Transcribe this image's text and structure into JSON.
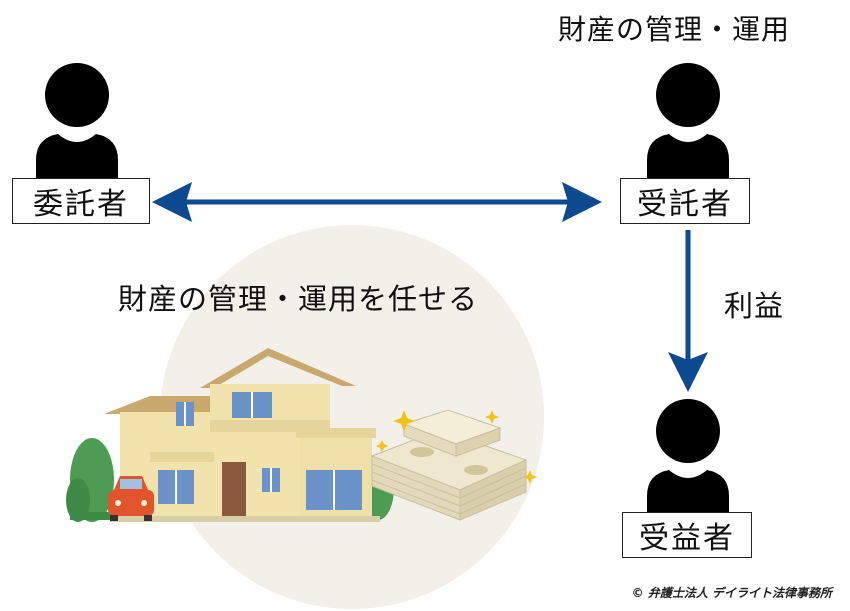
{
  "top_caption": "財産の管理・運用",
  "center_caption": "財産の管理・運用を任せる",
  "benefit_label": "利益",
  "roles": {
    "settlor": "委託者",
    "trustee": "受託者",
    "beneficiary": "受益者"
  },
  "footer": "© 弁護士法人 デイライト法律事務所",
  "colors": {
    "arrow": "#0d4a8f",
    "silhouette": "#000000",
    "circle_bg": "#f3efe9",
    "house_wall": "#f2e3ad",
    "roof": "#c9a86e",
    "window": "#6b93c9",
    "car": "#e2552c",
    "tree": "#4e9b53",
    "money": "#efe8cf"
  },
  "icons": [
    "person-silhouette-icon",
    "house-icon",
    "car-icon",
    "money-stack-icon"
  ]
}
